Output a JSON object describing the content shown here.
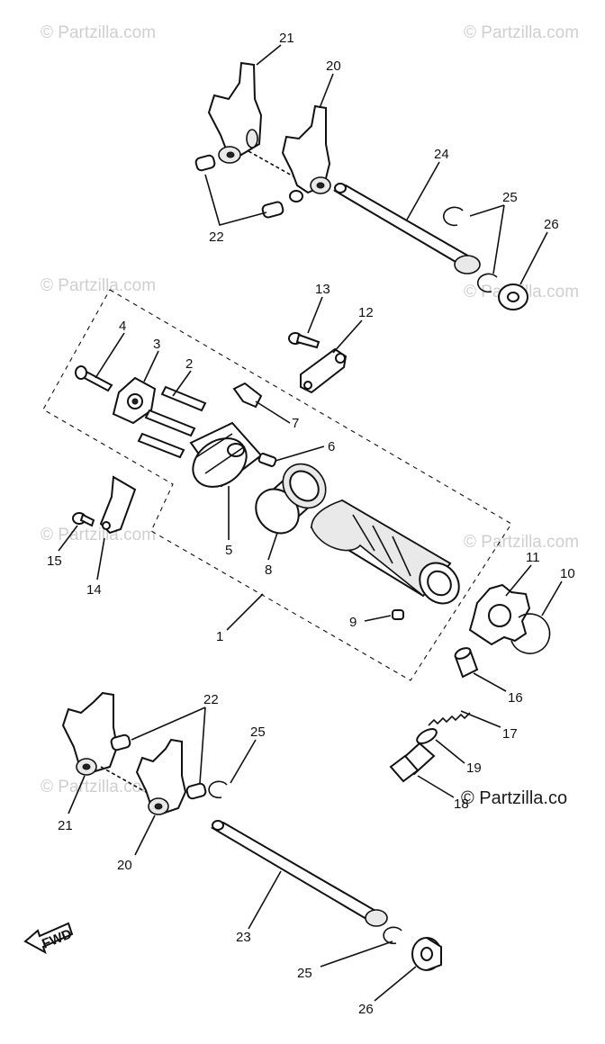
{
  "watermarks": {
    "text": "© Partzilla.com",
    "bottom_right": "© Partzilla.co"
  },
  "fwd_label": "FWD",
  "callouts": {
    "c21_top": "21",
    "c20_top": "20",
    "c24": "24",
    "c25_top": "25",
    "c26_top": "26",
    "c22_top": "22",
    "c13": "13",
    "c12": "12",
    "c4": "4",
    "c3": "3",
    "c2": "2",
    "c7": "7",
    "c6": "6",
    "c5": "5",
    "c8": "8",
    "c15": "15",
    "c14": "14",
    "c1": "1",
    "c9": "9",
    "c11": "11",
    "c10": "10",
    "c16": "16",
    "c17": "17",
    "c19": "19",
    "c18": "18",
    "c22_bot": "22",
    "c25_mid": "25",
    "c21_bot": "21",
    "c20_bot": "20",
    "c23": "23",
    "c25_bot": "25",
    "c26_bot": "26"
  }
}
